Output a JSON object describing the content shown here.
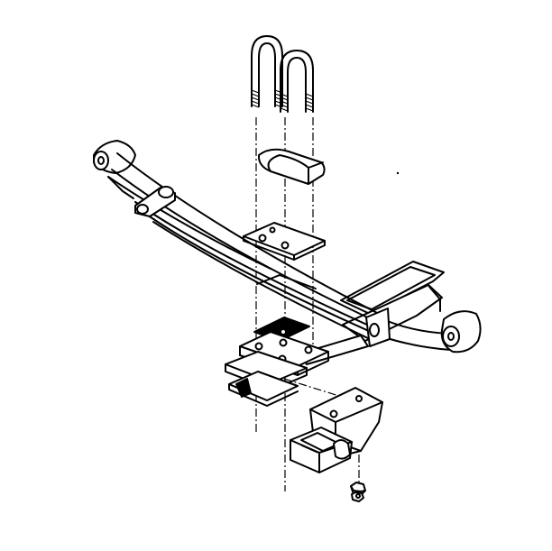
{
  "diagram": {
    "type": "exploded-view line drawing",
    "ink_color": "#000000",
    "background_color": "#ffffff",
    "components": [
      "u-bolt-front",
      "u-bolt-rear",
      "spring-spacer",
      "top-plate",
      "leaf-spring",
      "spring-bracket",
      "axle-beam",
      "lower-bracket",
      "nut"
    ]
  }
}
